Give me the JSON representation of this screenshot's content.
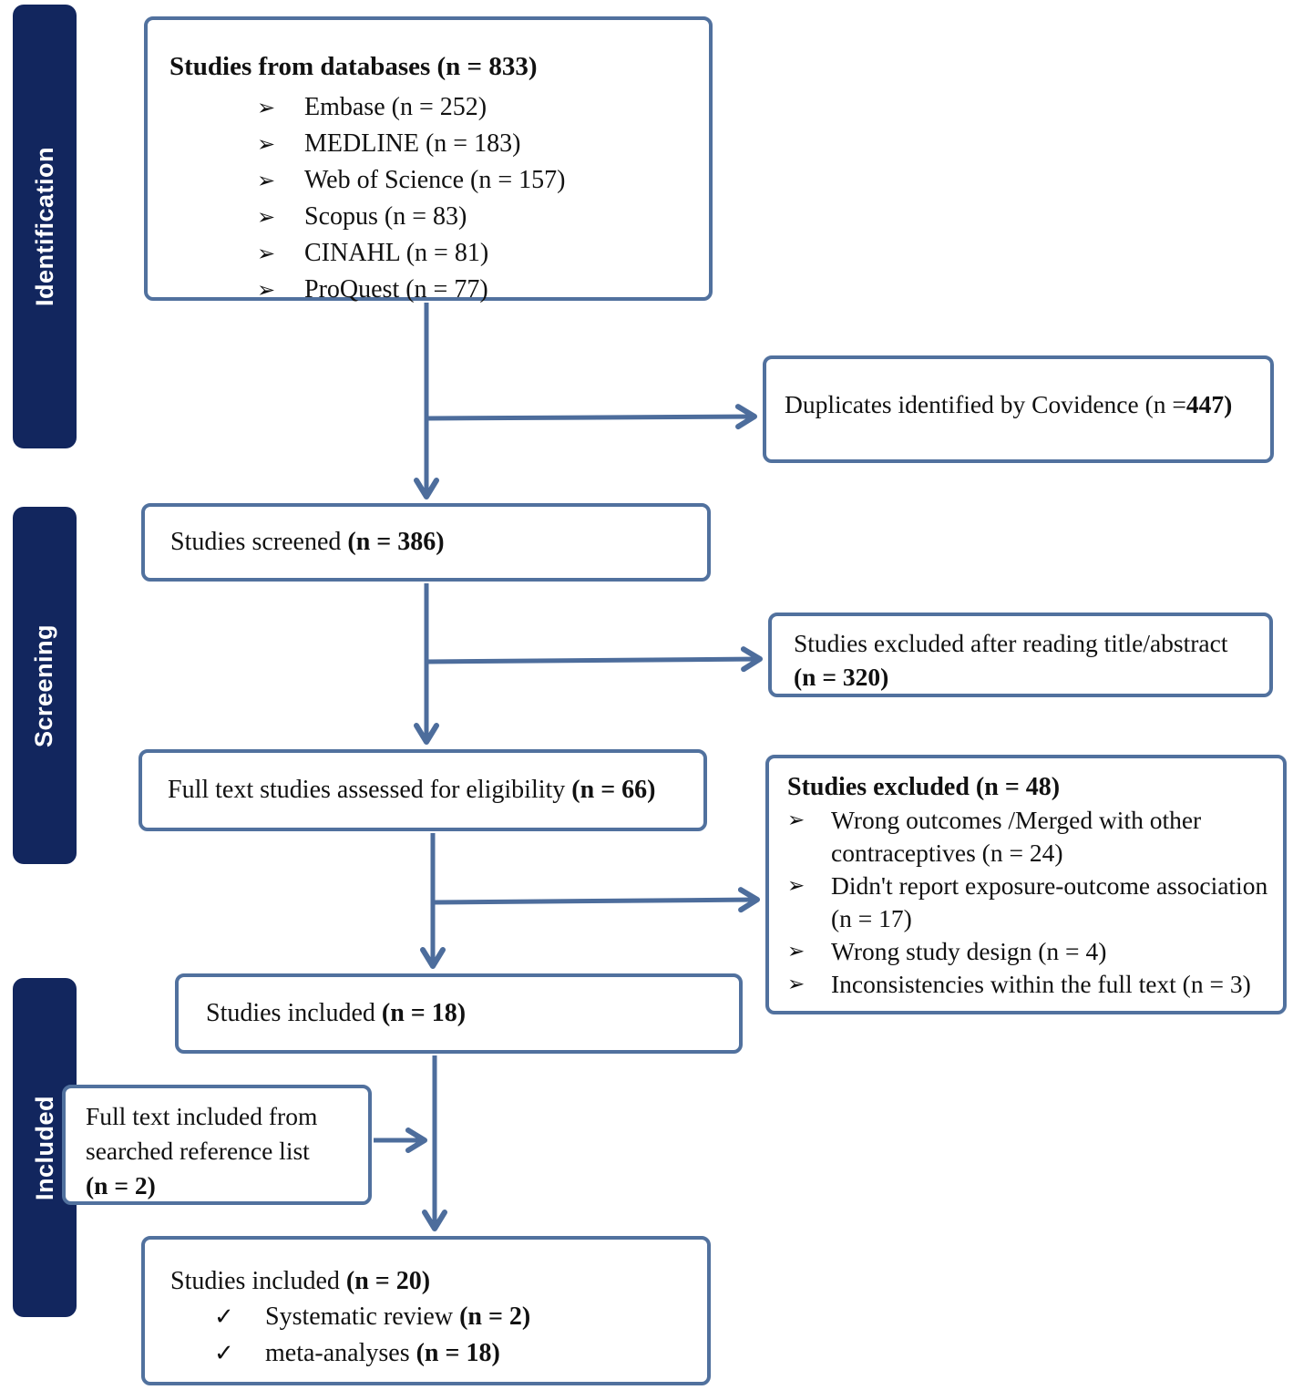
{
  "sidebar": {
    "identification": "Identification",
    "screening": "Screening",
    "included": "Included"
  },
  "glyphs": {
    "bullet": "➢",
    "check": "✓"
  },
  "colors": {
    "stage_bar": "#12265e",
    "line": "#4d6d9c",
    "box_border": "#51719e"
  },
  "boxes": {
    "databases": {
      "title": "Studies from databases (n = 833)",
      "items": [
        "Embase (n = 252)",
        "MEDLINE (n = 183)",
        "Web of Science (n = 157)",
        "Scopus (n = 83)",
        "CINAHL (n = 81)",
        "ProQuest (n = 77)"
      ]
    },
    "duplicates": {
      "text": "Duplicates identified by Covidence (n =",
      "bold": "447)"
    },
    "screened": {
      "text": "Studies screened ",
      "bold": "(n = 386)"
    },
    "excluded_abstract": {
      "text": "Studies excluded after reading title/abstract",
      "bold": "(n = 320)"
    },
    "fulltext": {
      "text": "Full text studies assessed for eligibility ",
      "bold": "(n = 66)"
    },
    "excluded_fulltext": {
      "title": "Studies excluded (n = 48)",
      "items": [
        "Wrong outcomes /Merged with other contraceptives (n = 24)",
        "Didn't report exposure-outcome association (n = 17)",
        "Wrong study design (n = 4)",
        "Inconsistencies within the full text (n = 3)"
      ]
    },
    "included18": {
      "text": "Studies included ",
      "bold": "(n = 18)"
    },
    "reference": {
      "text": "Full text included from searched reference list",
      "bold": "(n = 2)"
    },
    "final": {
      "text": "Studies included ",
      "bold": "(n = 20)",
      "items": [
        {
          "text": "Systematic review ",
          "bold": "(n = 2)"
        },
        {
          "text": "meta-analyses ",
          "bold": "(n = 18)"
        }
      ]
    }
  }
}
